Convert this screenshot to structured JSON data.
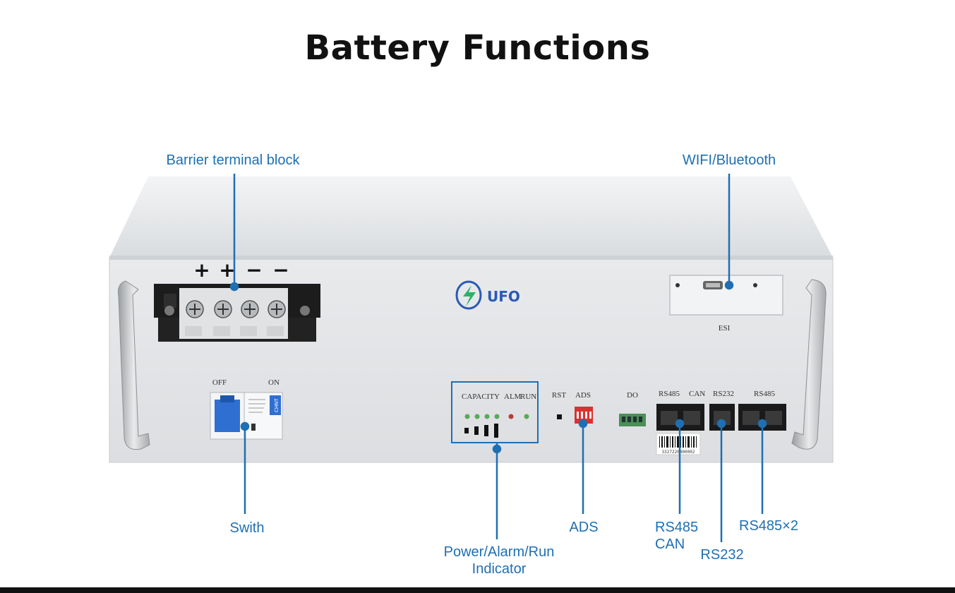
{
  "title": "Battery Functions",
  "brand": {
    "logo_text": "UFO",
    "logo_color": "#2a59b8",
    "accent_color": "#29b36b"
  },
  "callouts": {
    "terminal": "Barrier terminal block",
    "wifi": "WIFI/Bluetooth",
    "switch": "Swith",
    "indicator": "Power/Alarm/Run Indicator",
    "ads": "ADS",
    "rs485_can": "RS485 CAN",
    "rs232": "RS232",
    "rs485x2": "RS485×2"
  },
  "panel_labels": {
    "plus": "+",
    "minus": "−",
    "off": "OFF",
    "on": "ON",
    "esi": "ESI",
    "capacity": "CAPACITY",
    "alm": "ALM",
    "run": "RUN",
    "rst": "RST",
    "ads": "ADS",
    "do": "DO",
    "rs485": "RS485",
    "can": "CAN",
    "rs232": "RS232",
    "rs485b": "RS485",
    "barcode": "3327220400002",
    "breaker_brand": "CHNT"
  },
  "colors": {
    "label": "#1f6fb2",
    "callout_line": "#1f6fb2",
    "panel": "#e4e6e8"
  }
}
